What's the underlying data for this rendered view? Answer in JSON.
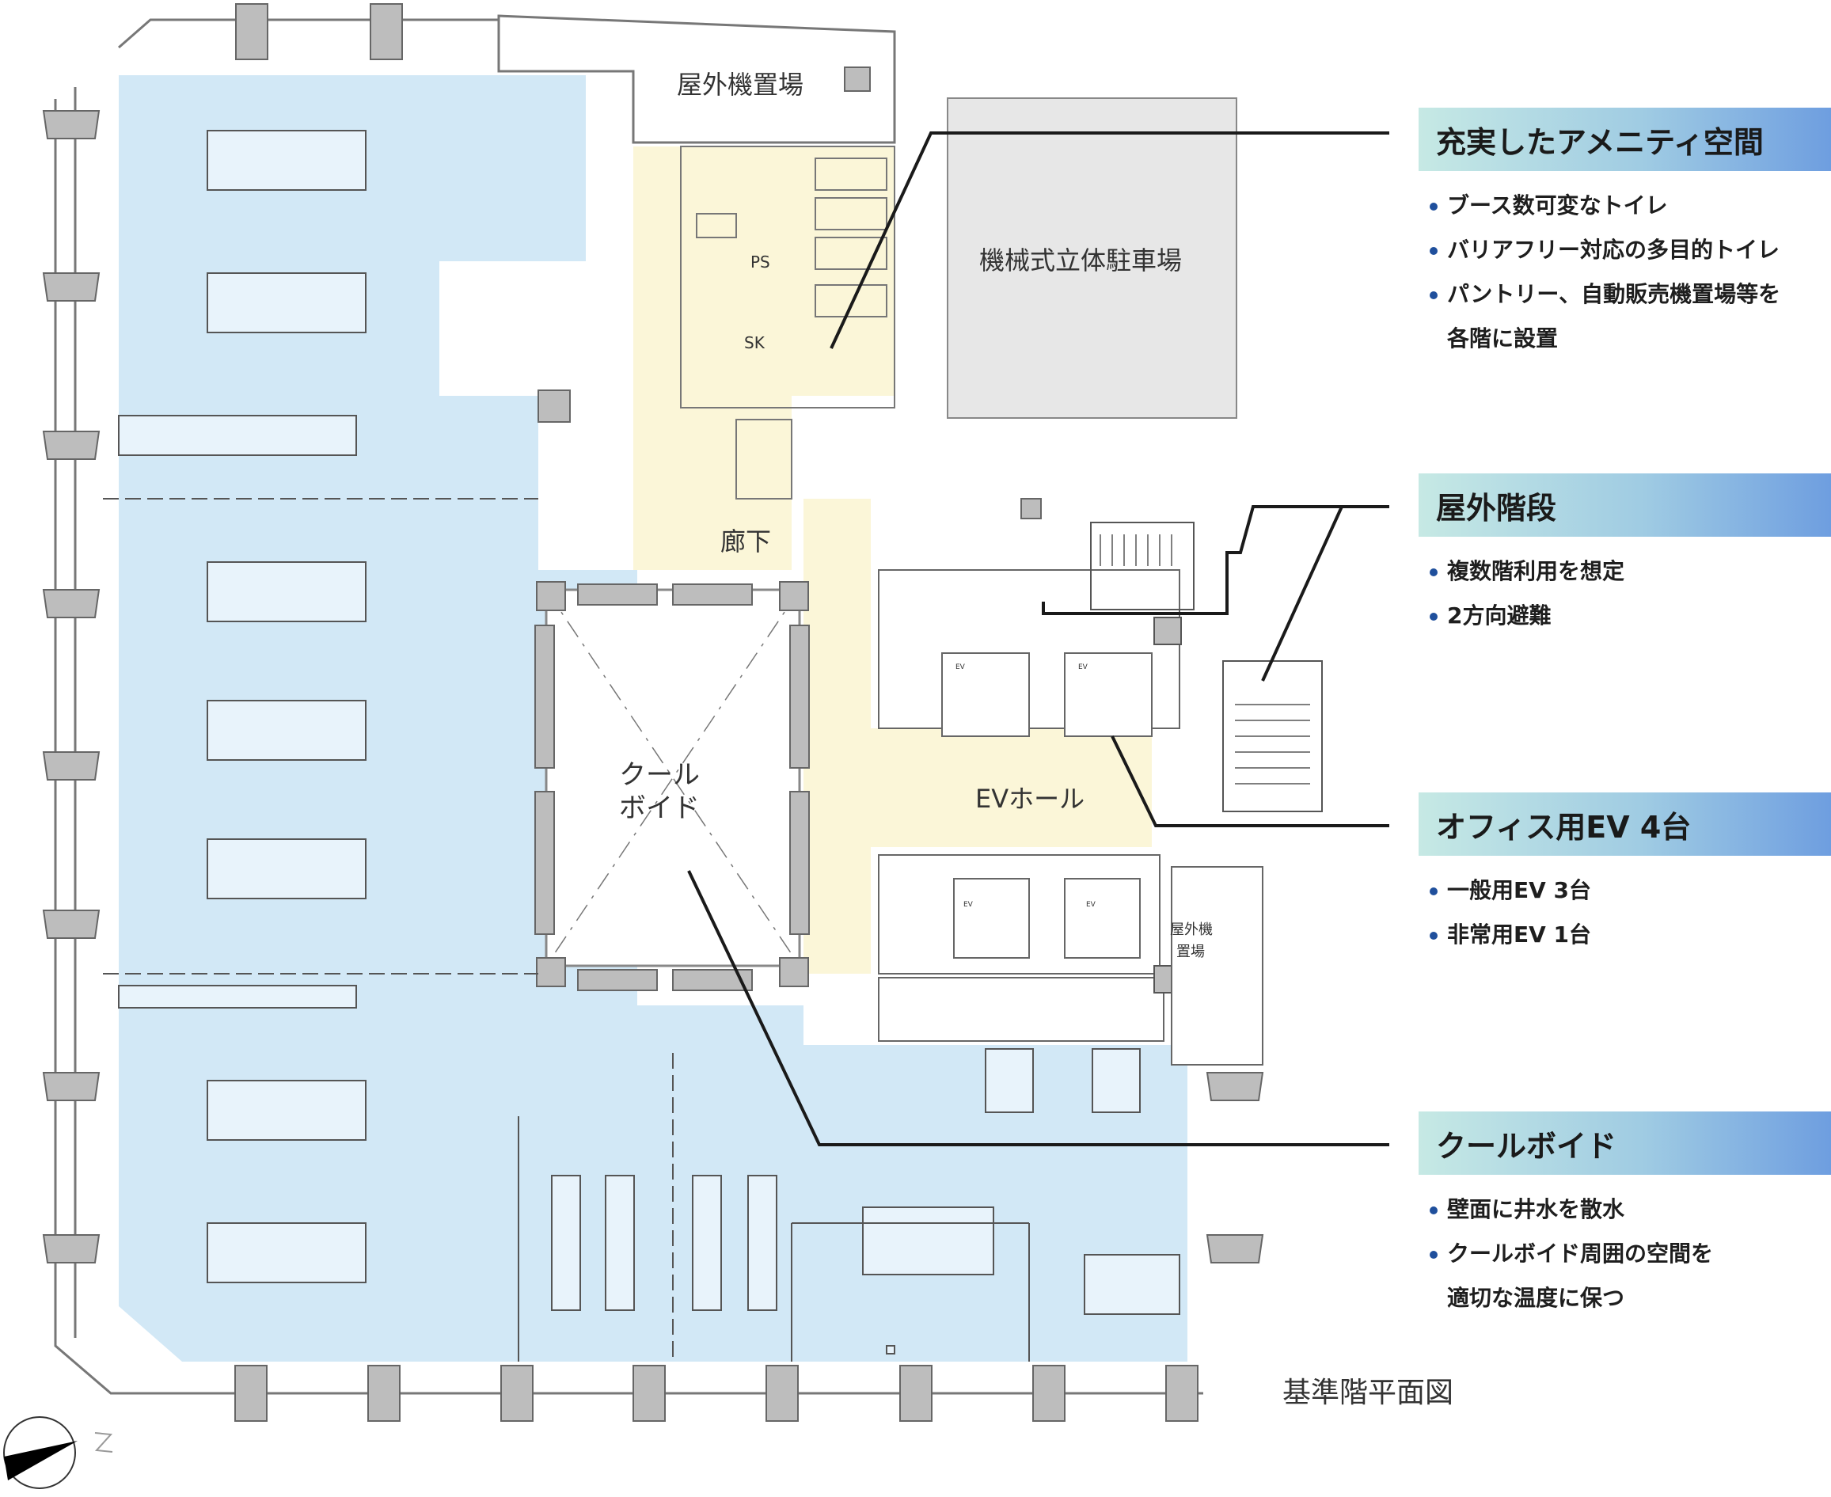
{
  "colors": {
    "office_area": "#d2e8f6",
    "core_area": "#fbf6d8",
    "wall": "#666666",
    "column": "#bdbdbd",
    "leader_line": "#1a1a1a",
    "bullet": "#1f4f9c"
  },
  "plan_labels": {
    "outdoor_unit_area": "屋外機置場",
    "parking": "機械式立体駐車場",
    "corridor": "廊下",
    "cool_void_line1": "クール",
    "cool_void_line2": "ボイド",
    "ev_hall": "EVホール",
    "outdoor_unit_small_line1": "屋外機",
    "outdoor_unit_small_line2": "置場",
    "ps": "PS",
    "sk": "SK",
    "ev": "EV"
  },
  "callouts": [
    {
      "title": "充実したアメニティ空間",
      "bullets": [
        "ブース数可変なトイレ",
        "バリアフリー対応の多目的トイレ",
        "パントリー、自動販売機置場等を",
        "各階に設置"
      ]
    },
    {
      "title": "屋外階段",
      "bullets": [
        "複数階利用を想定",
        "2方向避難"
      ]
    },
    {
      "title": "オフィス用EV 4台",
      "bullets": [
        "一般用EV 3台",
        "非常用EV 1台"
      ]
    },
    {
      "title": "クールボイド",
      "bullets": [
        "壁面に井水を散水",
        "クールボイド周囲の空間を",
        "適切な温度に保つ"
      ]
    }
  ],
  "caption": "基準階平面図",
  "north_icon": "north-arrow-icon"
}
